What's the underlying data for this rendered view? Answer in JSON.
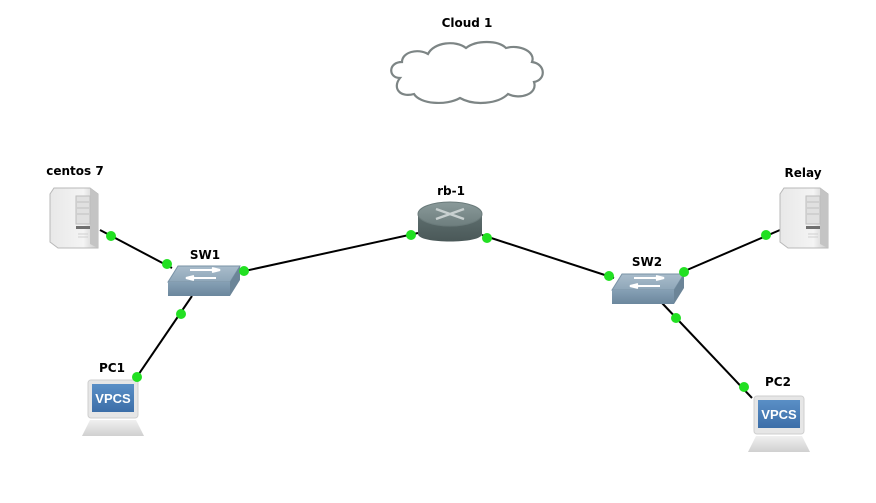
{
  "topology": {
    "nodes": [
      {
        "id": "cloud1",
        "label": "Cloud 1",
        "type": "cloud",
        "icon": "cloud-icon"
      },
      {
        "id": "centos7",
        "label": "centos 7",
        "type": "server",
        "icon": "server-icon"
      },
      {
        "id": "sw1",
        "label": "SW1",
        "type": "switch",
        "icon": "switch-icon"
      },
      {
        "id": "rb1",
        "label": "rb-1",
        "type": "router",
        "icon": "router-icon"
      },
      {
        "id": "sw2",
        "label": "SW2",
        "type": "switch",
        "icon": "switch-icon"
      },
      {
        "id": "relay",
        "label": "Relay",
        "type": "server",
        "icon": "server-icon"
      },
      {
        "id": "pc1",
        "label": "PC1",
        "type": "vpcs",
        "icon": "vpcs-icon",
        "screen_text": "VPCS"
      },
      {
        "id": "pc2",
        "label": "PC2",
        "type": "vpcs",
        "icon": "vpcs-icon",
        "screen_text": "VPCS"
      }
    ],
    "links": [
      {
        "from": "centos7",
        "to": "sw1",
        "status": "up"
      },
      {
        "from": "sw1",
        "to": "rb1",
        "status": "up"
      },
      {
        "from": "rb1",
        "to": "sw2",
        "status": "up"
      },
      {
        "from": "sw2",
        "to": "relay",
        "status": "up"
      },
      {
        "from": "sw1",
        "to": "pc1",
        "status": "up"
      },
      {
        "from": "sw2",
        "to": "pc2",
        "status": "up"
      }
    ],
    "colors": {
      "port_up": "#22e022",
      "link": "#000000"
    }
  }
}
